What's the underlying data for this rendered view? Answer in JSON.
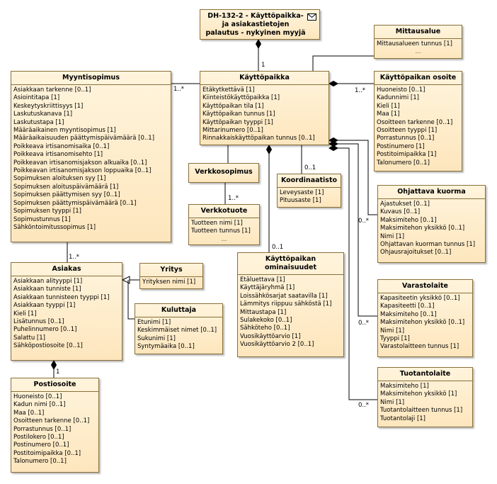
{
  "diagram": {
    "title": "DH-132-2 - Käyttöpaikka- ja asiakastietojen palautus - nykyinen myyjä",
    "classes": [
      {
        "id": "mittausalue",
        "name": "Mittausalue",
        "attributes": [
          "Mittausalueen tunnus [1]"
        ],
        "more": "..."
      },
      {
        "id": "kayttopaikka",
        "name": "Käyttöpaikka",
        "attributes": [
          "Etäkytkettävä [1]",
          "Kiinteistökäyttöpaikka [1]",
          "Käyttöpaikan tila [1]",
          "Käyttöpaikan tunnus [1]",
          "Käyttöpaikan tyyppi [1]",
          "Mittarinumero [0..1]",
          "Rinnakkaiskäyttöpaikan tunnus [0..1]"
        ]
      },
      {
        "id": "myyntisopimus",
        "name": "Myyntisopimus",
        "attributes": [
          "Asiakkaan tarkenne [0..1]",
          "Asiointitapa [1]",
          "Keskeytyskriittisyys [1]",
          "Laskutuskanava [1]",
          "Laskutustapa [1]",
          "Määräaikainen myyntisopimus [1]",
          "Määräaikaisuuden päättymispäivämäärä [0..1]",
          "Poikkeava irtisanomisaika [0..1]",
          "Poikkeava irtisanomisehto [1]",
          "Poikkeavan irtisanomisjakson alkuaika [0..1]",
          "Poikkeavan irtisanomisjakson loppuaika [0..1]",
          "Sopimuksen aloituksen syy [1]",
          "Sopimuksen aloituspäivämäärä [1]",
          "Sopimuksen päättymisen syy [0..1]",
          "Sopimuksen päättymispäivämäärä [0..1]",
          "Sopimuksen tyyppi [1]",
          "Sopimustunnus [1]",
          "Sähköntoimitussopimus [1]"
        ]
      },
      {
        "id": "kayttopaikan_osoite",
        "name": "Käyttöpaikan osoite",
        "attributes": [
          "Huoneisto [0..1]",
          "Kadunnimi [1]",
          "Kieli [1]",
          "Maa [1]",
          "Osoitteen tarkenne [0..1]",
          "Osoitteen tyyppi [1]",
          "Porrastunnus [0..1]",
          "Postinumero [1]",
          "Postitoimipaikka [1]",
          "Talonumero [0..1]"
        ]
      },
      {
        "id": "verkkosopimus",
        "name": "Verkkosopimus",
        "attributes": []
      },
      {
        "id": "verkkotuote",
        "name": "Verkkotuote",
        "attributes": [
          "Tuotteen nimi [1]",
          "Tuotteen tunnus [1]"
        ],
        "more": "..."
      },
      {
        "id": "koordinaatisto",
        "name": "Koordinaatisto",
        "attributes": [
          "Leveysaste [1]",
          "Pituusaste [1]"
        ]
      },
      {
        "id": "ohjattava_kuorma",
        "name": "Ohjattava kuorma",
        "attributes": [
          "Ajastukset [0..1]",
          "Kuvaus [0..1]",
          "Maksimiteho [0..1]",
          "Maksimitehon yksikkö [0..1]",
          "Nimi [1]",
          "Ohjattavan kuorman tunnus [1]",
          "Ohjausrajoitukset [0..1]"
        ]
      },
      {
        "id": "asiakas",
        "name": "Asiakas",
        "attributes": [
          "Asiakkaan alityyppi [1]",
          "Asiakkaan tunniste [1]",
          "Asiakkaan tunnisteen tyyppi [1]",
          "Asiakkaan tyyppi [1]",
          "Kieli [1]",
          "Lisätunnus [0..1]",
          "Puhelinnumero [0..1]",
          "Salattu [1]",
          "Sähköpostiosoite [0..1]"
        ]
      },
      {
        "id": "yritys",
        "name": "Yritys",
        "attributes": [
          "Yrityksen nimi [1]"
        ]
      },
      {
        "id": "kayttopaikan_ominaisuudet",
        "name": "Käyttöpaikan ominaisuudet",
        "attributes": [
          "Etäluettava [1]",
          "Käyttäjäryhmä [1]",
          "Loissähkösarjat saatavilla [1]",
          "Lämmitys riippuu sähköstä [1]",
          "Mittaustapa [1]",
          "Sulakekoko [0..1]",
          "Sähköteho [0..1]",
          "Vuosikäyttöarvio [1]",
          "Vuosikäyttöarvio 2 [0..1]"
        ]
      },
      {
        "id": "kuluttaja",
        "name": "Kuluttaja",
        "attributes": [
          "Etunimi [1]",
          "Keskimmäiset nimet [0..1]",
          "Sukunimi [1]",
          "Syntymäaika [0..1]"
        ]
      },
      {
        "id": "varastolaite",
        "name": "Varastolaite",
        "attributes": [
          "Kapasiteetin yksikkö [0..1]",
          "Kapasiteetti [0..1]",
          "Maksimiteho [0..1]",
          "Maksimitehon yksikkö [0..1]",
          "Nimi [1]",
          "Tyyppi [1]",
          "Varastolaitteen tunnus [1]"
        ]
      },
      {
        "id": "postiosoite",
        "name": "Postiosoite",
        "attributes": [
          "Huoneisto [0..1]",
          "Kadun nimi [0..1]",
          "Maa [0..1]",
          "Osoitteen tarkenne [0..1]",
          "Porrastunnus [0..1]",
          "Postilokero [0..1]",
          "Postinumero [0..1]",
          "Postitoimipaikka [0..1]",
          "Talonumero [0..1]"
        ]
      },
      {
        "id": "tuotantolaite",
        "name": "Tuotantolaite",
        "attributes": [
          "Maksimiteho [1]",
          "Maksimitehon yksikkö [1]",
          "Nimi [1]",
          "Tuotantolaitteen tunnus [1]",
          "Tuotantolaji [1]"
        ]
      }
    ],
    "multiplicities": {
      "title_to_kayttopaikka": "1",
      "myyntisopimus_to_kayttopaikka": "1..*",
      "kayttopaikka_to_osoite": "1..*",
      "kayttopaikka_to_koordinaatisto": "0..1",
      "verkkosopimus_to_verkkotuote": "1..*",
      "myyntisopimus_to_asiakas": "1..*",
      "kayttopaikka_to_ominaisuudet": "0..1",
      "kayttopaikka_to_ohjattava_kuorma": "0..*",
      "kayttopaikka_to_varastolaite": "0..*",
      "kayttopaikka_to_tuotantolaite": "0..*",
      "asiakas_to_postiosoite": "1"
    }
  }
}
